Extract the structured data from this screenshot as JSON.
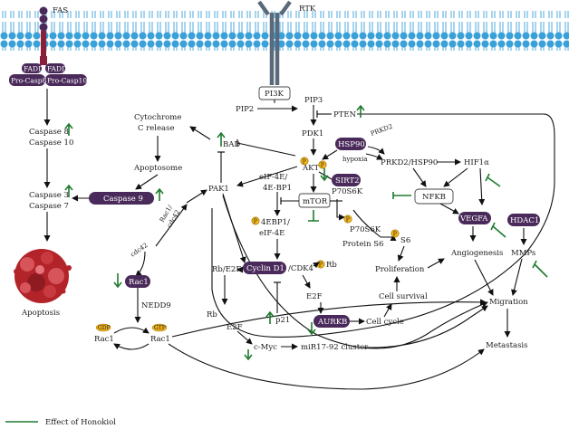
{
  "labels": {
    "fas": "FAS",
    "rtk": "RTK",
    "fadd1": "FADD",
    "fadd2": "FADD",
    "procasp8": "Pro-Casp8",
    "procasp10": "Pro-Casp10",
    "caspase8": "Caspase 8",
    "caspase10": "Caspase 10",
    "caspase3": "Caspase 3",
    "caspase7": "Caspase 7",
    "apoptosis": "Apoptosis",
    "caspase9": "Caspase 9",
    "cytochrome": "Cytochrome",
    "c_release": "C release",
    "apoptosome": "Apoptosome",
    "pak1": "PAK1",
    "rac1_cdc42_1": "Rac1/",
    "rac1_cdc42_2": "cdc42",
    "cdc42": "cdc42",
    "rac1_box": "Rac1",
    "nedd9": "NEDD9",
    "rac1_gdp": "Rac1",
    "rac1_gtp": "Rac1",
    "gdp": "GDP",
    "gtp": "GTP",
    "pi3k": "PI3K",
    "pip2": "PIP2",
    "pip3": "PIP3",
    "pten": "PTEN",
    "pdk1": "PDK1",
    "bad": "BAD",
    "akt": "AKT",
    "hsp90": "HSP90",
    "sirt2": "SIRT2",
    "prkd2": "PRKD2",
    "hypoxia": "hypoxia",
    "prkd2_hsp90": "PRKD2/HSP90",
    "hif1a": "HIF1α",
    "nfkb": "NFKB",
    "vegfa": "VEGFA",
    "hdac1": "HDAC1",
    "mmps": "MMPs",
    "angiogenesis": "Angiogenesis",
    "migration": "Migration",
    "metastasis": "Metastasis",
    "eif4e_1": "eIF-4E/",
    "eif4e_2": "4E-BP1",
    "mtor": "mTOR",
    "p70s6k": "P70S6K",
    "p70s6k_p": "P70S6K",
    "protein_s6": "Protein S6",
    "s6": "S6",
    "eif4ebp1_1": "4EBP1/",
    "eif4ebp1_2": "eIF-4E",
    "cyclind1": "Cyclin D1",
    "cdk4": "/CDK4",
    "rb": "Rb",
    "rb_e2f": "Rb/E2F",
    "rb_low": "Rb",
    "e2f": "E2F",
    "e2f2": "E2F",
    "p21": "p21",
    "aurkb": "AURKB",
    "cell_cycle": "Cell cycle",
    "cell_survival": "Cell survival",
    "proliferation": "Proliferation",
    "cmyc": "c-Myc",
    "mir17": "miR17-92 cluster",
    "phospho": "P",
    "legend": "Effect of Honokiol"
  },
  "colors": {
    "membrane_head": "#3aa0d8",
    "protein_fill": "#4a2a5a",
    "honokiol_effect": "#1d7a2e",
    "phospho_fill": "#f1b51c",
    "apoptosis_cell": "#b3242a"
  },
  "honokiol_effects": {
    "caspase8": "up",
    "caspase3": "up",
    "caspase9": "up",
    "bad": "up",
    "pten": "up",
    "rac1": "down",
    "akt": "down",
    "mtor": "inhibit",
    "sirt2": "down",
    "aurkb": "down",
    "p21": "up",
    "cmyc": "down",
    "nfkb": "inhibit",
    "hif1a": "inhibit",
    "vegfa": "inhibit",
    "mmps": "inhibit"
  }
}
